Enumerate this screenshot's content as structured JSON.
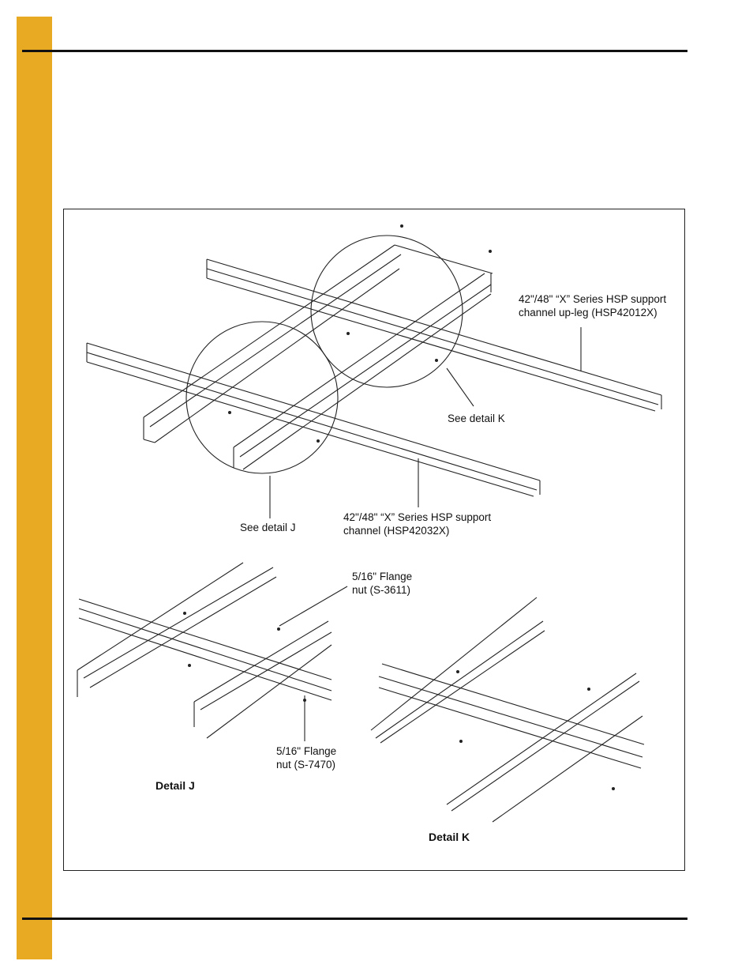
{
  "labels": {
    "upleg": "42\"/48\" “X” Series HSP support\nchannel up-leg (HSP42012X)",
    "see_k": "See detail K",
    "see_j": "See detail J",
    "support": "42\"/48\" “X” Series HSP support\nchannel (HSP42032X)",
    "nut_3611": "5/16\" Flange\nnut (S-3611)",
    "nut_7470": "5/16\" Flange\nnut (S-7470)",
    "detail_j": "Detail J",
    "detail_k": "Detail K"
  },
  "colors": {
    "side_tab": "#e8aa22",
    "rules": "#111111",
    "line_art": "#222222"
  }
}
